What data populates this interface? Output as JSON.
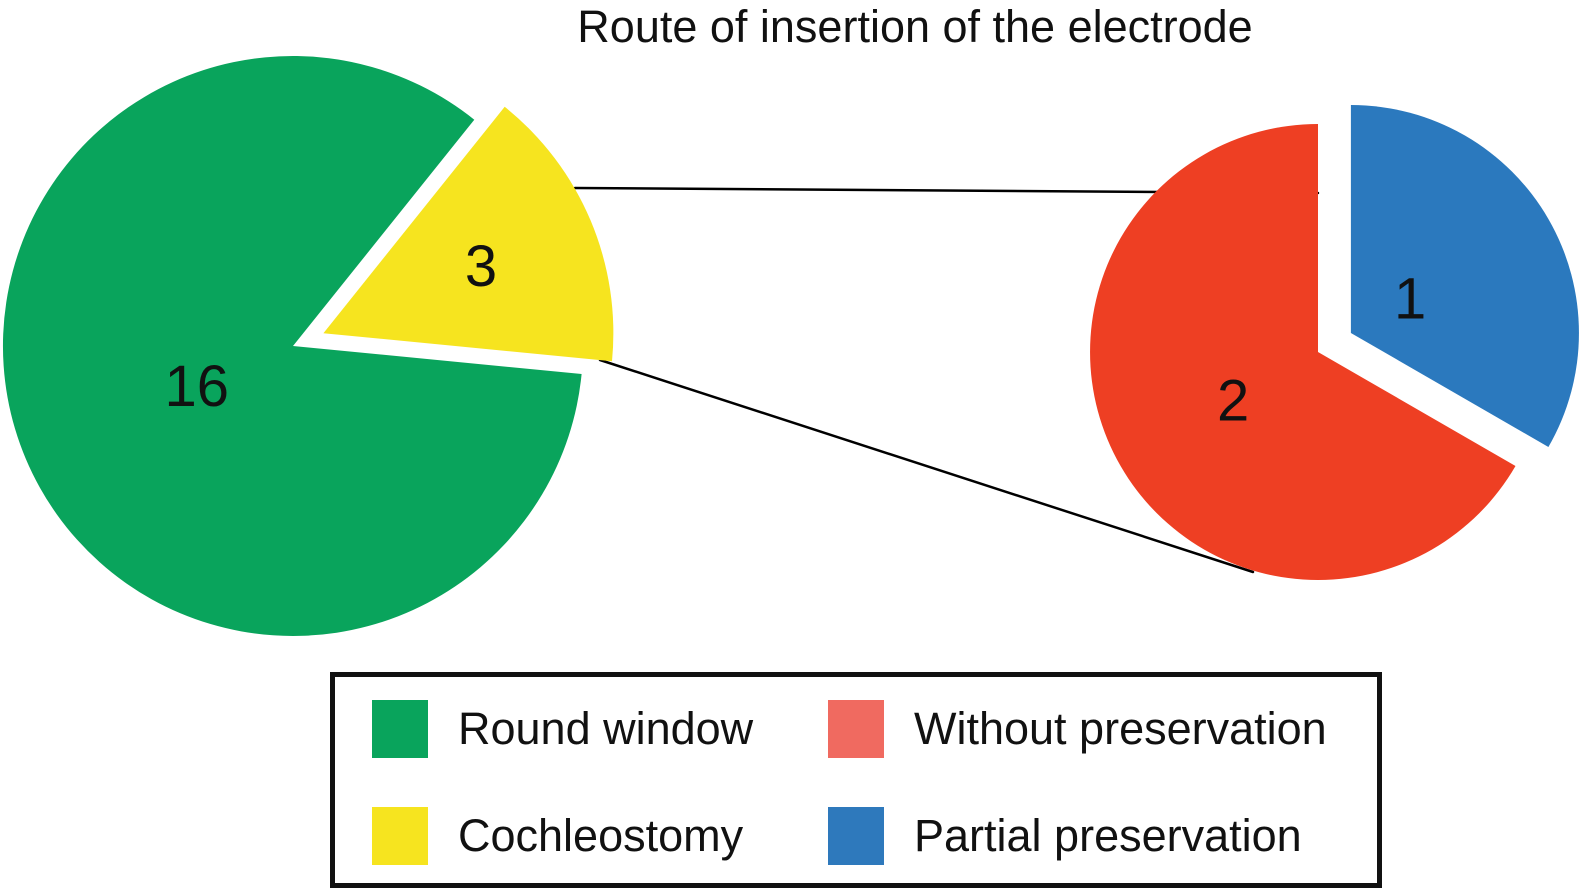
{
  "title": "Route of insertion of the electrode",
  "background_color": "#FFFFFF",
  "line_color": "#000000",
  "chart_data": {
    "type": "pie",
    "title": "Route of insertion of the electrode",
    "legend_position": "bottom",
    "pies": [
      {
        "id": "route-of-insertion",
        "slices": [
          {
            "label": "Round window",
            "value": 16,
            "display": "16",
            "color": "#09A45C",
            "exploded": false
          },
          {
            "label": "Cochleostomy",
            "value": 3,
            "display": "3",
            "color": "#F6E41F",
            "exploded": true
          }
        ],
        "start_angle_deg": 51.3,
        "direction": "counterclockwise"
      },
      {
        "id": "cochleostomy-breakdown",
        "slices": [
          {
            "label": "Without preservation",
            "value": 2,
            "display": "2",
            "color": "#EE3F23",
            "exploded": false
          },
          {
            "label": "Partial preservation",
            "value": 1,
            "display": "1",
            "color": "#2B79BE",
            "exploded": true
          }
        ],
        "start_angle_deg": 90,
        "direction": "counterclockwise"
      }
    ],
    "callout": {
      "from_slice": "Cochleostomy",
      "to_pie": "cochleostomy-breakdown",
      "line_count": 2
    }
  },
  "legend": {
    "items": [
      {
        "label": "Round window",
        "color": "#09A45C"
      },
      {
        "label": "Cochleostomy",
        "color": "#F6E41F"
      },
      {
        "label": "Without preservation",
        "color": "#F06A60"
      },
      {
        "label": "Partial preservation",
        "color": "#2E79BC"
      }
    ]
  }
}
